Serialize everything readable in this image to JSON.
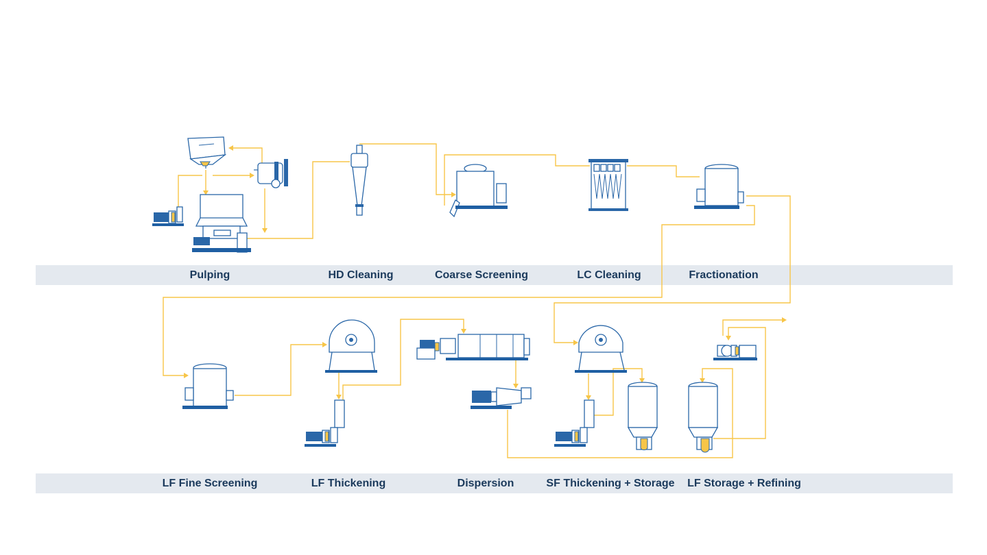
{
  "colors": {
    "band": "#e4e9ef",
    "label": "#1b3a5c",
    "equipment": "#2a67a8",
    "flow_line": "#f7c548"
  },
  "stages_row1": [
    {
      "id": "pulping",
      "label": "Pulping"
    },
    {
      "id": "hd-cleaning",
      "label": "HD Cleaning"
    },
    {
      "id": "coarse-screening",
      "label": "Coarse Screening"
    },
    {
      "id": "lc-cleaning",
      "label": "LC Cleaning"
    },
    {
      "id": "fractionation",
      "label": "Fractionation"
    }
  ],
  "stages_row2": [
    {
      "id": "lf-fine-screening",
      "label": "LF Fine Screening"
    },
    {
      "id": "lf-thickening",
      "label": "LF Thickening"
    },
    {
      "id": "dispersion",
      "label": "Dispersion"
    },
    {
      "id": "sf-thickening-storage",
      "label": "SF Thickening + Storage"
    },
    {
      "id": "lf-storage-refining",
      "label": "LF Storage + Refining"
    }
  ]
}
